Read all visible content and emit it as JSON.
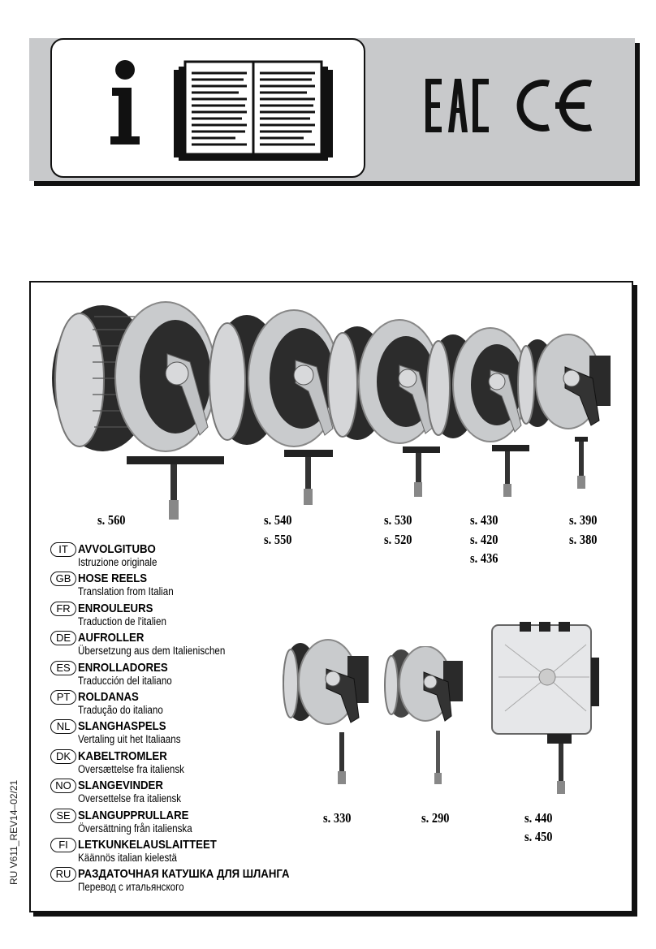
{
  "header": {
    "info_symbol": "i",
    "book_icon": "open-manual-book-icon",
    "marks": [
      "EAC",
      "CE"
    ]
  },
  "models": {
    "m560": "s. 560",
    "m540": "s. 540",
    "m550": "s. 550",
    "m530": "s. 530",
    "m520": "s. 520",
    "m430": "s. 430",
    "m420": "s. 420",
    "m436": "s. 436",
    "m390": "s. 390",
    "m380": "s. 380",
    "m330": "s. 330",
    "m290": "s. 290",
    "m440": "s. 440",
    "m450": "s. 450"
  },
  "languages": [
    {
      "code": "IT",
      "name": "AVVOLGITUBO",
      "sub": "Istruzione originale"
    },
    {
      "code": "GB",
      "name": "HOSE REELS",
      "sub": "Translation from Italian"
    },
    {
      "code": "FR",
      "name": "ENROULEURS",
      "sub": "Traduction de l'italien"
    },
    {
      "code": "DE",
      "name": "AUFROLLER",
      "sub": "Übersetzung aus dem Italienischen"
    },
    {
      "code": "ES",
      "name": "ENROLLADORES",
      "sub": "Traducción del italiano"
    },
    {
      "code": "PT",
      "name": "ROLDANAS",
      "sub": "Tradução do italiano"
    },
    {
      "code": "NL",
      "name": "SLANGHASPELS",
      "sub": "Vertaling uit het Italiaans"
    },
    {
      "code": "DK",
      "name": "KABELTROMLER",
      "sub": "Oversættelse fra italiensk"
    },
    {
      "code": "NO",
      "name": "SLANGEVINDER",
      "sub": "Oversettelse fra italiensk"
    },
    {
      "code": "SE",
      "name": "SLANGUPPRULLARE",
      "sub": "Översättning från italienska"
    },
    {
      "code": "FI",
      "name": "LETKUNKELAUSLAITTEET",
      "sub": "Käännös italian kielestä"
    },
    {
      "code": "RU",
      "name": "РАЗДАТОЧНАЯ КАТУШКА ДЛЯ ШЛАНГА",
      "sub": "Перевод с итальянского"
    }
  ],
  "revision": "RU V611_REV14–02/21",
  "colors": {
    "header_gray": "#c8c9cb",
    "reel_gray": "#cfd1d3",
    "hose": "#1c1c1c"
  }
}
